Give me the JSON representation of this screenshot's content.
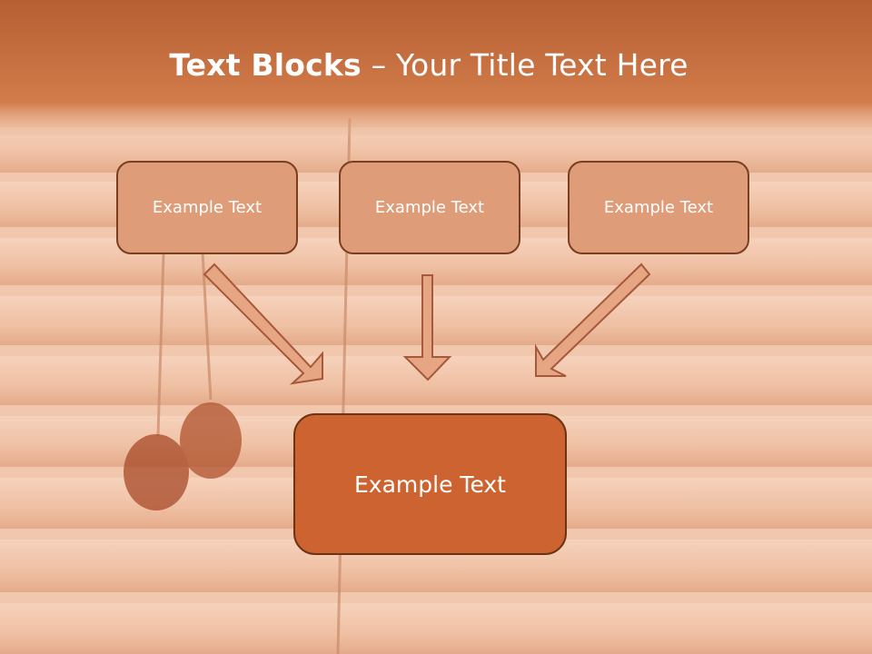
{
  "slide": {
    "title_bold": "Text Blocks",
    "title_dash": " – ",
    "title_rest": "Your Title Text Here"
  },
  "blocks": {
    "left": "Example Text",
    "middle": "Example Text",
    "right": "Example Text",
    "main": "Example Text"
  },
  "colors": {
    "header": "#d07d4e",
    "block_fill": "#df9c79",
    "main_block_fill": "#cc6330",
    "arrow_fill": "#e6a583",
    "outline": "#7a3f1e"
  },
  "icons": [
    "arrow-down-right-icon",
    "arrow-down-icon",
    "arrow-down-left-icon"
  ]
}
